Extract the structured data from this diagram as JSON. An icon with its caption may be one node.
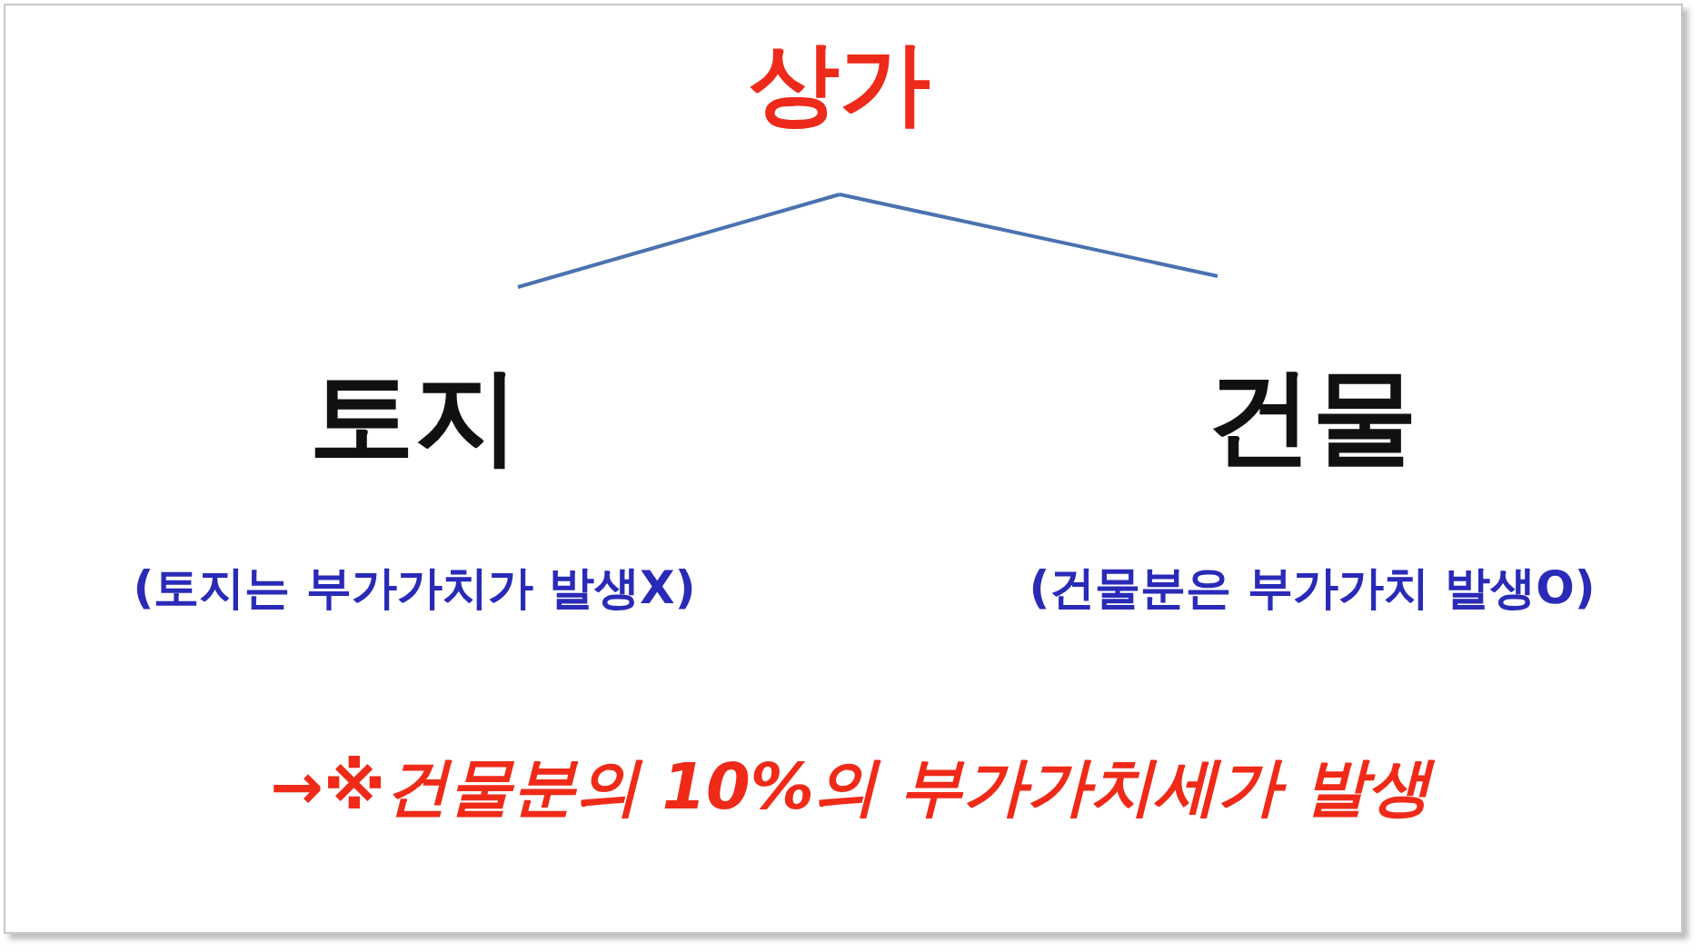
{
  "diagram": {
    "nodes": [
      {
        "text": [
          "상가"
        ]
      },
      {
        "text": [
          "토지"
        ],
        "beside": [
          "(토지는 부가가치가 발생X)"
        ]
      },
      {
        "text": [
          "건물"
        ],
        "beside": [
          "(건물분은 부가가치 발생O)"
        ]
      }
    ],
    "edges": [
      {
        "from": 0,
        "to": 1,
        "arrow": "none"
      },
      {
        "from": 0,
        "to": 2,
        "arrow": "none"
      }
    ],
    "labels": [
      "→※건물분의 10%의 부가가치세가 발생"
    ]
  }
}
